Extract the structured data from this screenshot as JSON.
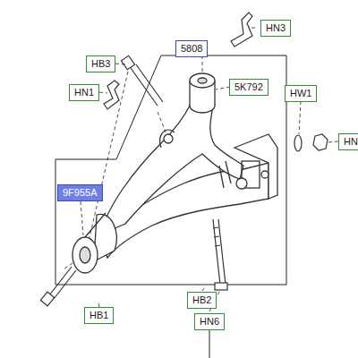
{
  "diagram": {
    "nodes": [
      {
        "text": [
          "5808"
        ]
      },
      {
        "text": [
          "HN3"
        ]
      },
      {
        "text": [
          "HB3"
        ]
      },
      {
        "text": [
          "5K792"
        ]
      },
      {
        "text": [
          "HN1"
        ]
      },
      {
        "text": [
          "HW1"
        ]
      },
      {
        "text": [
          "HN"
        ]
      },
      {
        "text": [
          "9F955A"
        ]
      },
      {
        "text": [
          "HB1"
        ]
      },
      {
        "text": [
          "HB2"
        ]
      },
      {
        "text": [
          "HN6"
        ]
      }
    ]
  }
}
